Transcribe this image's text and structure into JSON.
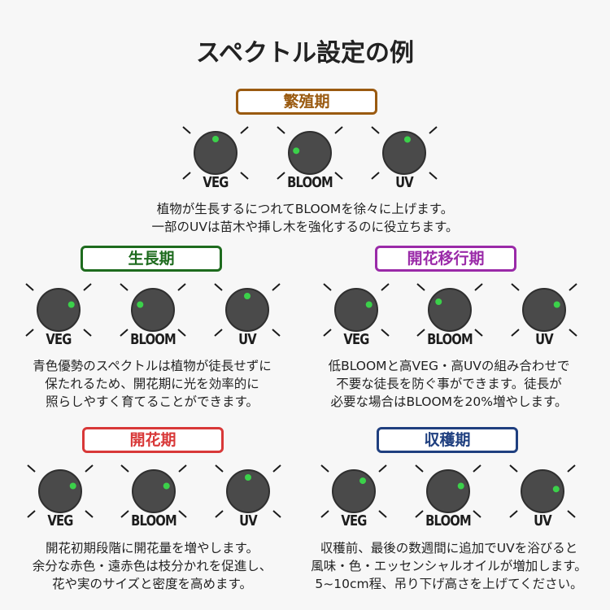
{
  "title": "スペクトル設定の例",
  "colors": {
    "knob_fill": "#4a4a4a",
    "knob_dot": "#3bd14a",
    "ray": "#1a1a1a"
  },
  "sections": [
    {
      "id": "propagation",
      "label": "繁殖期",
      "color": "#9a5a10",
      "knobs": [
        {
          "label": "VEG",
          "level": 0.5
        },
        {
          "label": "BLOOM",
          "level": 0.2
        },
        {
          "label": "UV",
          "level": 0.55
        }
      ],
      "desc": [
        "植物が生長するにつれてBLOOMを徐々に上げます。",
        "一部のUVは苗木や挿し木を強化するのに役立ちます。"
      ]
    },
    {
      "id": "vegetative",
      "label": "生長期",
      "color": "#1e6b1e",
      "knobs": [
        {
          "label": "VEG",
          "level": 0.75
        },
        {
          "label": "BLOOM",
          "level": 0.25
        },
        {
          "label": "UV",
          "level": 0.5
        }
      ],
      "desc": [
        "青色優勢のスペクトルは植物が徒長せずに",
        "保たれるため、開花期に光を効率的に",
        "照らしやすく育てることができます。"
      ]
    },
    {
      "id": "transition",
      "label": "開花移行期",
      "color": "#9a2aa8",
      "knobs": [
        {
          "label": "VEG",
          "level": 0.75
        },
        {
          "label": "BLOOM",
          "level": 0.3
        },
        {
          "label": "UV",
          "level": 0.75
        }
      ],
      "desc": [
        "低BLOOMと高VEG・高UVの組み合わせで",
        "不要な徒長を防ぐ事ができます。徒長が",
        "必要な場合はBLOOMを20%増やします。"
      ]
    },
    {
      "id": "flowering",
      "label": "開花期",
      "color": "#d83838",
      "knobs": [
        {
          "label": "VEG",
          "level": 0.75
        },
        {
          "label": "BLOOM",
          "level": 0.75
        },
        {
          "label": "UV",
          "level": 0.5
        }
      ],
      "desc": [
        "開花初期段階に開花量を増やします。",
        "余分な赤色・遠赤色は枝分かれを促進し、",
        "花や実のサイズと密度を高めます。"
      ]
    },
    {
      "id": "harvest",
      "label": "収穫期",
      "color": "#1f3f7f",
      "knobs": [
        {
          "label": "VEG",
          "level": 0.65
        },
        {
          "label": "BLOOM",
          "level": 0.75
        },
        {
          "label": "UV",
          "level": 0.8
        }
      ],
      "desc": [
        "収穫前、最後の数週間に追加でUVを浴びると",
        "風味・色・エッセンシャルオイルが増加します。",
        "5~10cm程、吊り下げ高さを上げてください。"
      ]
    }
  ]
}
